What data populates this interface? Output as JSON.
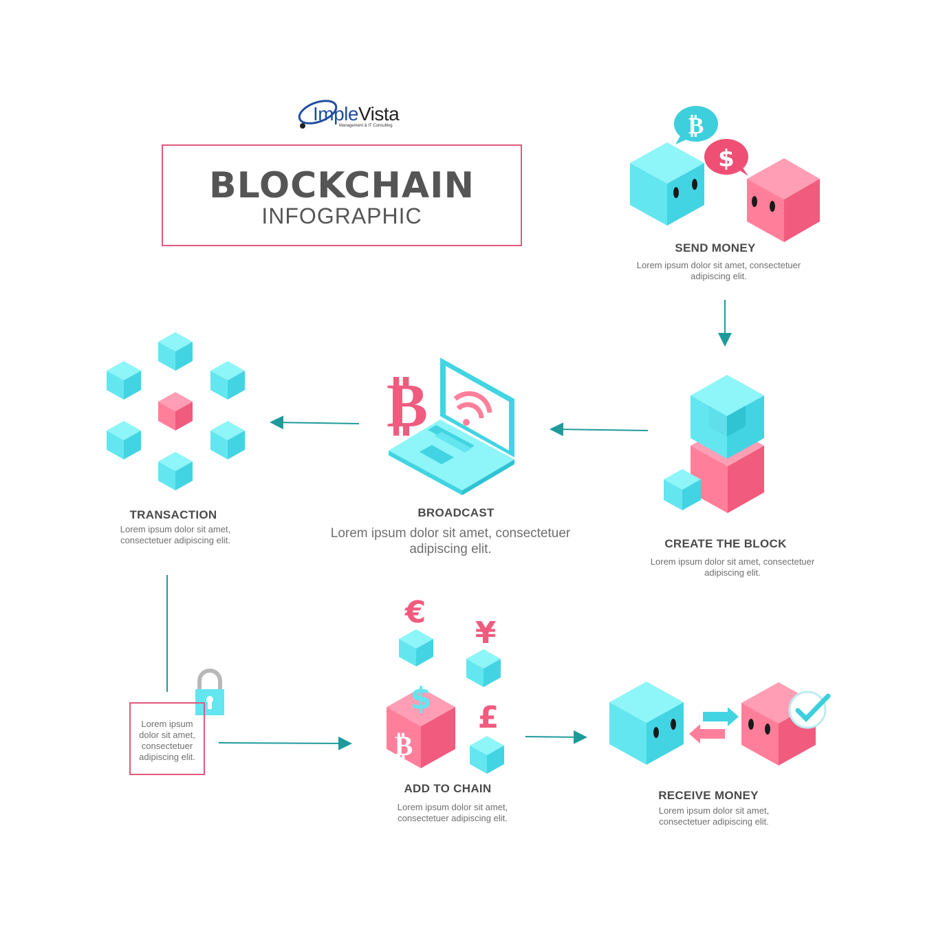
{
  "logo": {
    "brand_primary": "Imple",
    "brand_secondary": "Vista",
    "tagline": "Management & IT Consulting"
  },
  "header": {
    "title": "BLOCKCHAIN",
    "subtitle": "INFOGRAPHIC"
  },
  "steps": {
    "send_money": {
      "title": "SEND MONEY",
      "desc_line1": "Lorem ipsum dolor sit amet, consectetuer",
      "desc_line2": "adipiscing elit."
    },
    "create_block": {
      "title": "CREATE THE BLOCK",
      "desc_line1": "Lorem ipsum dolor sit amet, consectetuer",
      "desc_line2": "adipiscing elit."
    },
    "broadcast": {
      "title": "BROADCAST",
      "desc_line1": "Lorem ipsum dolor sit amet, consectetuer",
      "desc_line2": "adipiscing elit."
    },
    "transaction": {
      "title": "TRANSACTION",
      "desc_line1": "Lorem ipsum dolor sit amet,",
      "desc_line2": "consectetuer adipiscing elit."
    },
    "lock_note": {
      "lines": [
        "Lorem ipsum",
        "dolor sit amet,",
        "consectetuer",
        "adipiscing elit."
      ]
    },
    "add_to_chain": {
      "title": "ADD TO CHAIN",
      "desc_line1": "Lorem ipsum dolor sit amet,",
      "desc_line2": "consectetuer adipiscing elit."
    },
    "receive_money": {
      "title": "RECEIVE MONEY",
      "desc_line1": "Lorem ipsum dolor sit amet,",
      "desc_line2": "consectetuer adipiscing elit."
    }
  },
  "symbols": {
    "bitcoin": "₿",
    "dollar": "$",
    "euro": "€",
    "yen": "¥",
    "pound": "£"
  },
  "colors": {
    "cyan_top": "#8ef5f8",
    "cyan_left": "#63e6ef",
    "cyan_right": "#42d4e2",
    "pink_top": "#ff9eb4",
    "pink_left": "#ff7f9b",
    "pink_right": "#f05b7e",
    "arrow": "#1f9a9a",
    "border_pink": "#e0587a",
    "text_dark": "#4a4a4a"
  }
}
